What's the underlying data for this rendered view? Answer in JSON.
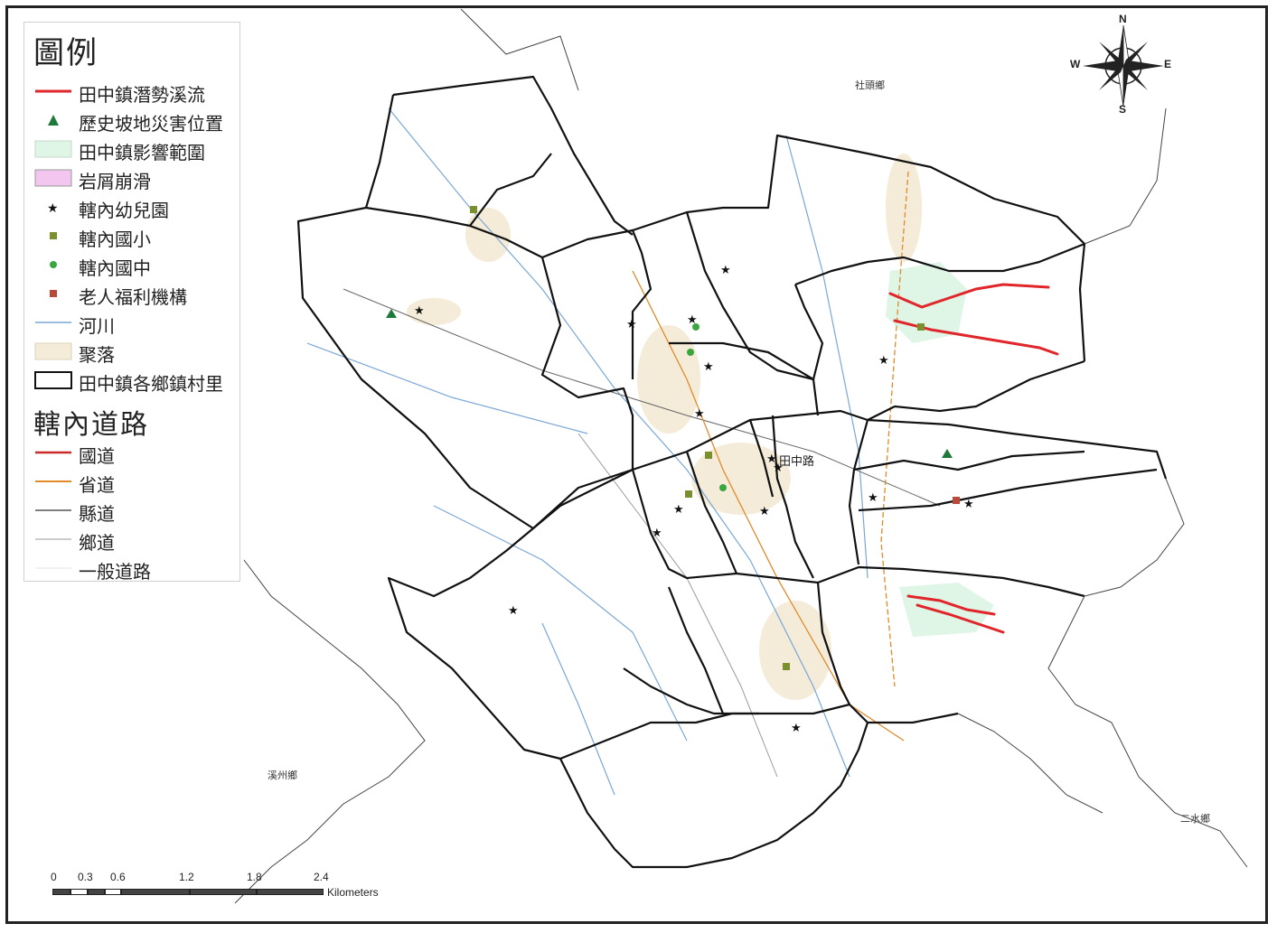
{
  "legend": {
    "title": "圖例",
    "items": [
      {
        "label": "田中鎮潛勢溪流"
      },
      {
        "label": "歷史坡地災害位置"
      },
      {
        "label": "田中鎮影響範圍"
      },
      {
        "label": "岩屑崩滑"
      },
      {
        "label": "轄內幼兒園"
      },
      {
        "label": "轄內國小"
      },
      {
        "label": "轄內國中"
      },
      {
        "label": "老人福利機構"
      },
      {
        "label": "河川"
      },
      {
        "label": "聚落"
      },
      {
        "label": "田中鎮各鄉鎮村里"
      }
    ],
    "roads_title": "轄內道路",
    "roads": [
      {
        "label": "國道"
      },
      {
        "label": "省道"
      },
      {
        "label": "縣道"
      },
      {
        "label": "鄉道"
      },
      {
        "label": "一般道路"
      }
    ]
  },
  "colors": {
    "hazard_stream": "#e0262a",
    "history_site": "#1f7a3a",
    "influence_area": "#dff5e6",
    "debris_slide": "#f2c6ee",
    "kindergarten": "#111111",
    "elementary": "#7a8f2e",
    "junior_high": "#3aa640",
    "elderly_welfare": "#b84a3a",
    "river": "#7aa7d6",
    "settlement": "#f4ecd8",
    "boundary": "#111111",
    "national_road": "#cc2a2a",
    "provincial_road": "#e08a2a",
    "county_road": "#555555",
    "township_road": "#9a9a9a"
  },
  "places": {
    "shetou": "社頭鄉",
    "xizhou": "溪州鄉",
    "ershui": "二水鄉",
    "tianzhong_road": "田中路"
  },
  "compass": {
    "n": "N",
    "s": "S",
    "e": "E",
    "w": "W"
  },
  "scale": {
    "ticks": [
      "0",
      "0.3",
      "0.6",
      "1.2",
      "1.8",
      "2.4"
    ],
    "units": "Kilometers"
  }
}
